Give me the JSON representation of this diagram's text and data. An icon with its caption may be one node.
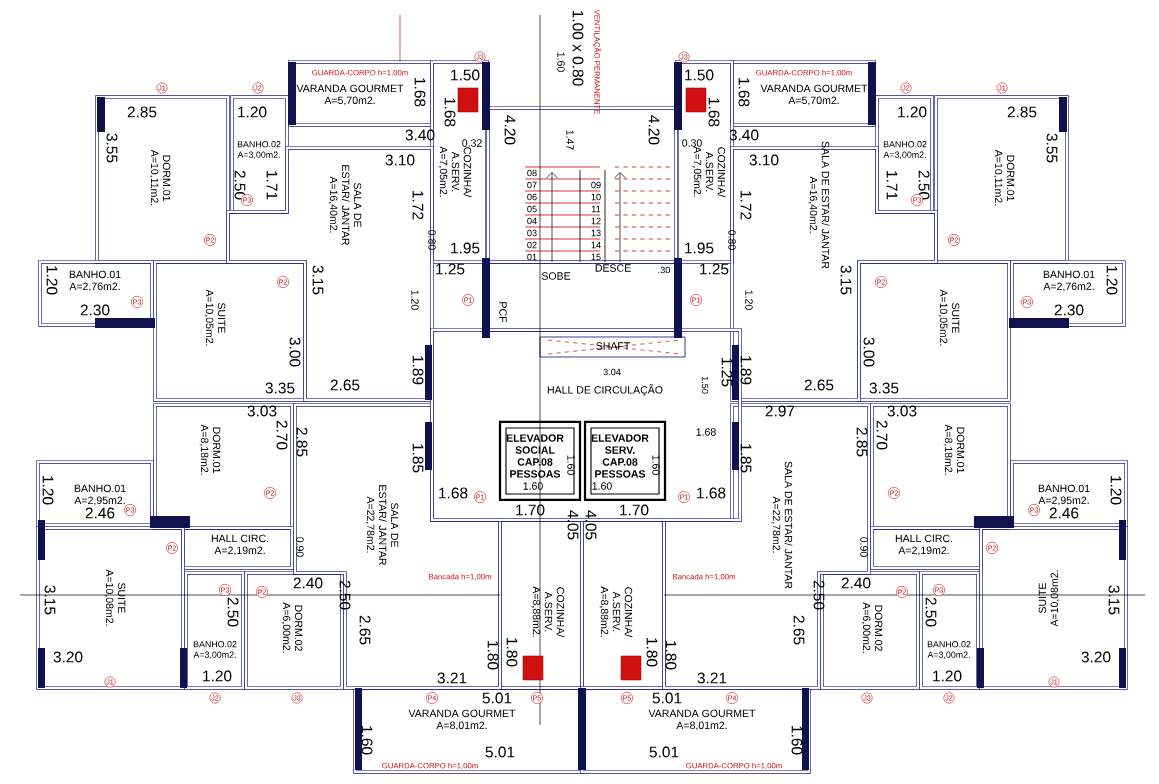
{
  "diagram": {
    "nodes": [
      {
        "text": [
          "VARANDA GOURMET",
          "A=5,70m2."
        ]
      },
      {
        "text": [
          "BANHO.02",
          "A=3,00m2."
        ]
      },
      {
        "text": [
          "DORM.01",
          "A=10,11m2."
        ]
      },
      {
        "text": [
          "SALA DE ESTAR/ JANTAR",
          "A=16,40m2."
        ]
      },
      {
        "text": [
          "COZINHA/ A.SERV.",
          "A=7,05m2."
        ]
      },
      {
        "text": [
          "BANHO.01",
          "A=2,76m2."
        ]
      },
      {
        "text": [
          "SUITE",
          "A=10,05m2."
        ]
      },
      {
        "text": [
          "DORM.01",
          "A=8,18m2."
        ]
      },
      {
        "text": [
          "BANHO.01",
          "A=2,95m2."
        ]
      },
      {
        "text": [
          "HALL CIRC.",
          "A=2,19m2."
        ]
      },
      {
        "text": [
          "SUITE",
          "A=10,08m2."
        ]
      },
      {
        "text": [
          "BANHO.02",
          "A=3,00m2."
        ]
      },
      {
        "text": [
          "DORM.02",
          "A=6,00m2."
        ]
      },
      {
        "text": [
          "SALA DE ESTAR/ JANTAR",
          "A=22,78m2."
        ]
      },
      {
        "text": [
          "COZINHA/ A.SERV.",
          "A=8,88m2."
        ]
      },
      {
        "text": [
          "VARANDA GOURMET",
          "A=8,01m2."
        ]
      },
      {
        "text": [
          "HALL DE CIRCULAÇÃO"
        ]
      },
      {
        "text": [
          "SHAFT"
        ]
      },
      {
        "text": [
          "ELEVADOR SOCIAL",
          "CAP.08 PESSOAS"
        ]
      },
      {
        "text": [
          "ELEVADOR SERV.",
          "CAP.08 PESSOAS"
        ]
      },
      {
        "text": [
          "VARANDA GOURMET",
          "A=5,70m2."
        ]
      },
      {
        "text": [
          "BANHO.02",
          "A=3,00m2."
        ]
      },
      {
        "text": [
          "DORM.01",
          "A=10,11m2."
        ]
      },
      {
        "text": [
          "SALA DE ESTAR/ JANTAR",
          "A=16,40m2."
        ]
      },
      {
        "text": [
          "COZINHA/ A.SERV.",
          "A=7,05m2."
        ]
      },
      {
        "text": [
          "BANHO.01",
          "A=2,76m2."
        ]
      },
      {
        "text": [
          "SUITE",
          "A=10,05m2."
        ]
      },
      {
        "text": [
          "DORM.01",
          "A=8,18m2."
        ]
      },
      {
        "text": [
          "BANHO.01",
          "A=2,95m2."
        ]
      },
      {
        "text": [
          "HALL CIRC.",
          "A=2,19m2."
        ]
      },
      {
        "text": [
          "SUITE",
          "A=10,08m2."
        ]
      },
      {
        "text": [
          "BANHO.02",
          "A=3,00m2."
        ]
      },
      {
        "text": [
          "DORM.02",
          "A=6,00m2."
        ]
      },
      {
        "text": [
          "SALA DE ESTAR/ JANTAR",
          "A=22,78m2."
        ]
      },
      {
        "text": [
          "COZINHA/ A.SERV.",
          "A=8,88m2."
        ]
      },
      {
        "text": [
          "VARANDA GOURMET",
          "A=8,01m2."
        ]
      }
    ],
    "labels": [
      "VENTILAÇÃO PERMANENTE",
      "1.00 x 0.80",
      "1.60",
      "1.47",
      "08",
      "07",
      "06",
      "05",
      "04",
      "03",
      "02",
      "01",
      "09",
      "10",
      "11",
      "12",
      "13",
      "14",
      "15",
      "SOBE",
      "DESCE",
      ".30",
      "PCF",
      "3.04",
      "1.50",
      "1.25",
      "1.68",
      "1.60",
      "1.60",
      "1.60",
      "1.60",
      "2.85",
      "3.55",
      "1.20",
      "2.50",
      "1.71",
      "1.68",
      "1.50",
      "1.68",
      "3.40",
      "3.10",
      "0.32",
      "4.20",
      "1.72",
      "0.80",
      "1.95",
      "1.25",
      "1.20",
      "3.15",
      "1.20",
      "2.30",
      "3.00",
      "3.35",
      "2.65",
      "1.89",
      "3.03",
      "2.70",
      "2.85",
      "1.85",
      "1.68",
      "1.20",
      "2.46",
      "0.90",
      "3.15",
      "2.40",
      "2.50",
      "2.50",
      "2.65",
      "3.20",
      "1.20",
      "1.80",
      "1.80",
      "3.21",
      "5.01",
      "1.60",
      "5.01",
      "1.70",
      "4.05",
      "GUARDA-CORPO h=1,00m",
      "Bancada h=1,00m",
      "GUARDA-CORPO h=1,00m",
      "J1",
      "J2",
      "J3",
      "P3",
      "P2",
      "P2",
      "P3",
      "P1",
      "P2",
      "P3",
      "P2",
      "P3",
      "P2",
      "P1",
      "J1",
      "J2",
      "J3",
      "P4",
      "P5",
      "2.85",
      "3.55",
      "1.20",
      "2.50",
      "1.71",
      "1.68",
      "1.50",
      "1.68",
      "3.40",
      "3.10",
      "0.30",
      "4.20",
      "1.72",
      "0.80",
      "1.95",
      "1.25",
      "1.20",
      "3.15",
      "1.20",
      "2.30",
      "3.00",
      "3.35",
      "2.65",
      "1.89",
      "3.03",
      "2.70",
      "2.85",
      "1.85",
      "1.68",
      "1.20",
      "2.46",
      "0.90",
      "3.15",
      "2.40",
      "2.50",
      "2.50",
      "2.65",
      "3.20",
      "1.20",
      "1.80",
      "1.80",
      "3.21",
      "5.01",
      "1.60",
      "5.01",
      "1.70",
      "4.05",
      "GUARDA-CORPO h=1,00m",
      "Bancada h=1,00m",
      "GUARDA-CORPO h=1,00m",
      "J1",
      "J2",
      "J3",
      "P3",
      "P2",
      "P2",
      "P3",
      "P1",
      "P2",
      "P3",
      "P2",
      "P3",
      "P2",
      "P1",
      "J1",
      "J2",
      "J3",
      "P4",
      "P5",
      "2.97"
    ]
  }
}
